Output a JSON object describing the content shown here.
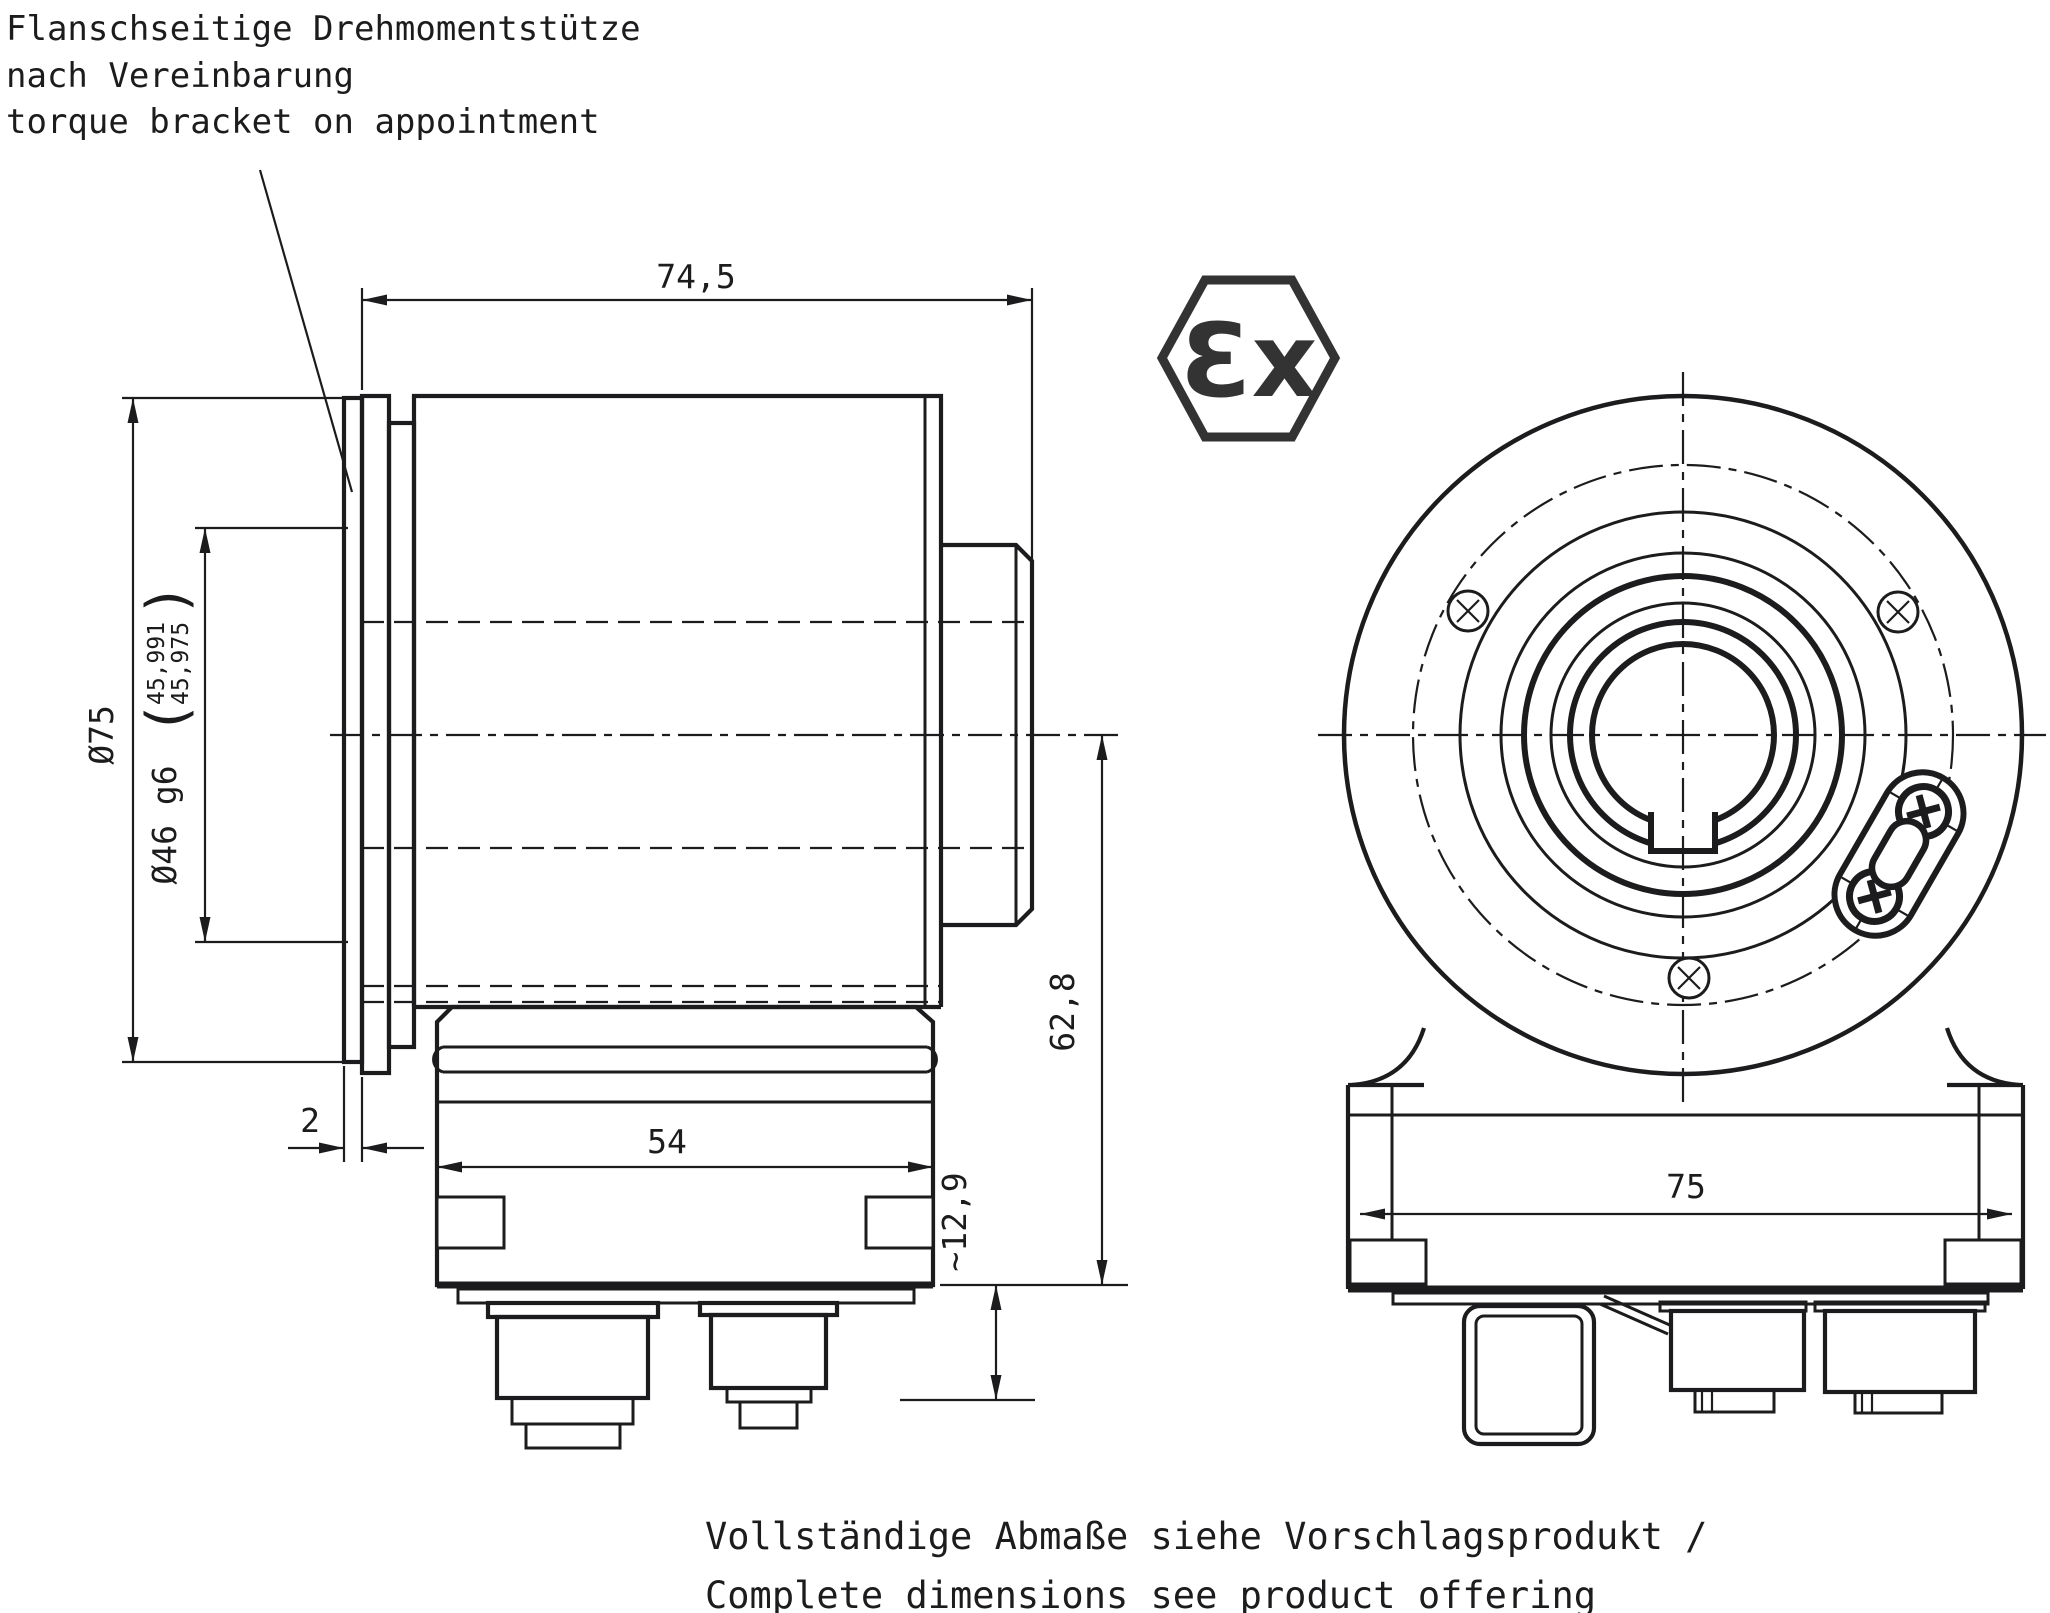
{
  "colors": {
    "ink": "#1c1c1e",
    "background": "#ffffff",
    "atex_gray": "#333333"
  },
  "note": {
    "line1": "Flanschseitige Drehmomentstütze",
    "line2": "nach Vereinbarung",
    "line3": "torque bracket on appointment"
  },
  "footer": {
    "line1": "Vollständige Abmaße siehe Vorschlagsprodukt /",
    "line2": "Complete dimensions see product offering"
  },
  "atex": {
    "label": "Ɛx"
  },
  "dims": {
    "overall_depth": "74,5",
    "flange_diameter": "Ø75",
    "hub_diameter": "Ø46 g6",
    "tol_open": "(",
    "tol_upper": "45,991",
    "tol_lower": "45,975",
    "tol_close": ")",
    "bracket_thickness": "2",
    "housing_width": "54",
    "axis_to_bottom": "62,8",
    "connector_height": "~12,9",
    "base_width": "75"
  }
}
